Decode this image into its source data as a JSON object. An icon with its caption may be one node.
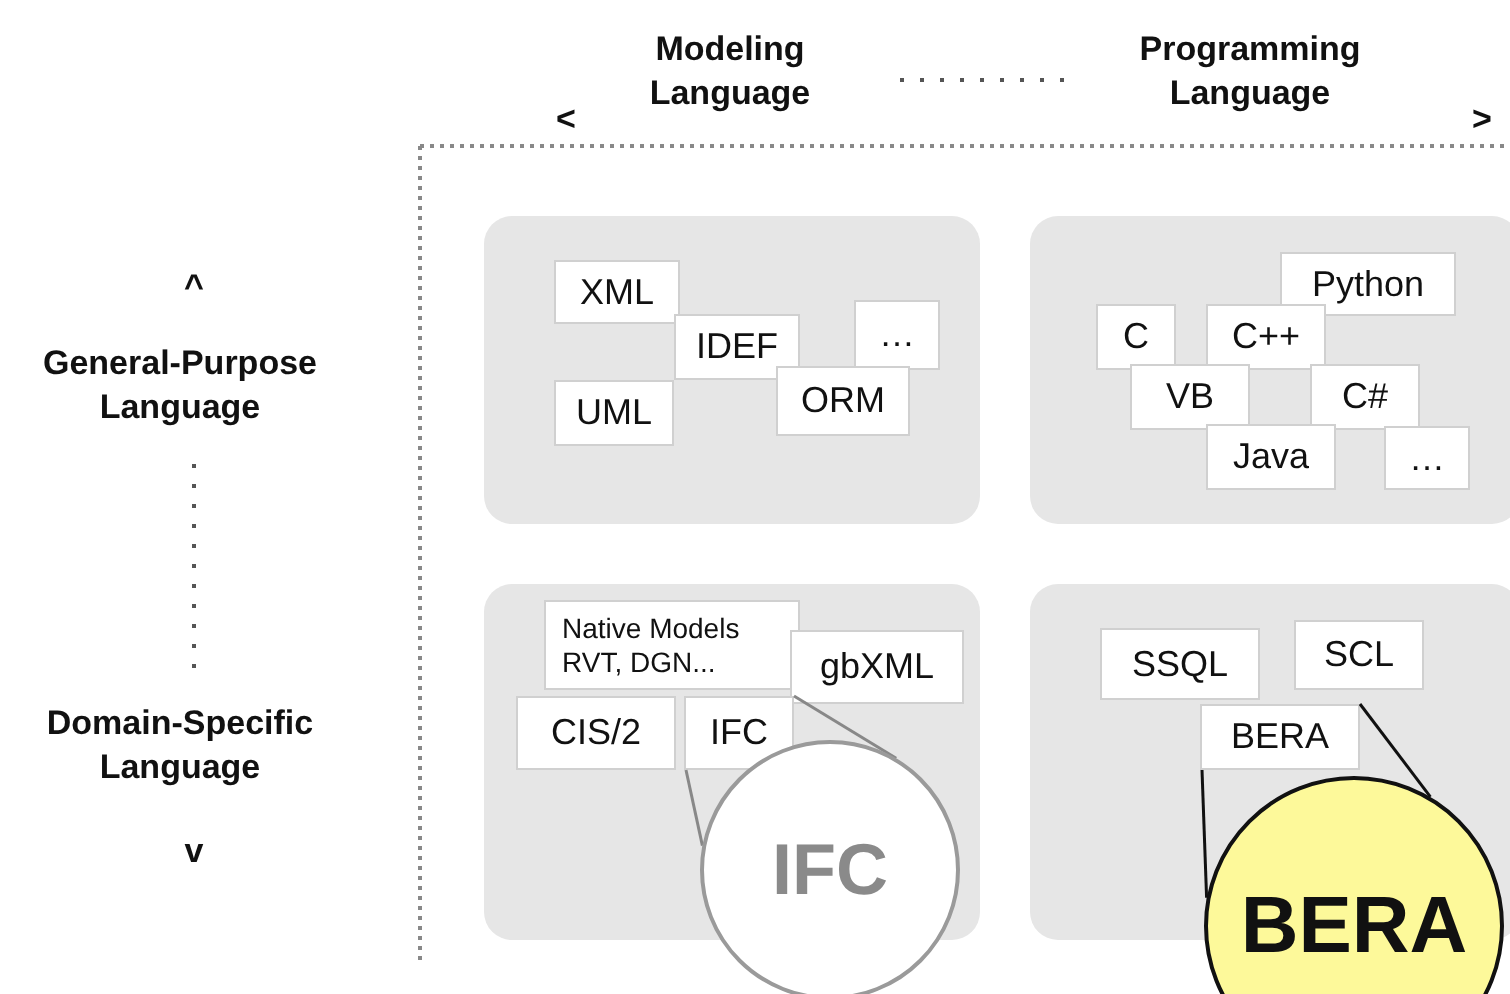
{
  "diagram": {
    "nodes": [
      {
        "text": [],
        "shape": "box"
      },
      {
        "text": [
          "XML"
        ],
        "in": 0
      },
      {
        "text": [
          "IDEF"
        ],
        "in": 0
      },
      {
        "text": [
          "…"
        ],
        "in": 0
      },
      {
        "text": [
          "UML"
        ],
        "in": 0
      },
      {
        "text": [
          "ORM"
        ],
        "in": 0
      },
      {
        "text": [],
        "shape": "box"
      },
      {
        "text": [
          "Python"
        ],
        "in": 6
      },
      {
        "text": [
          "C"
        ],
        "in": 6
      },
      {
        "text": [
          "C++"
        ],
        "in": 6
      },
      {
        "text": [
          "VB"
        ],
        "in": 6
      },
      {
        "text": [
          "C#"
        ],
        "in": 6
      },
      {
        "text": [
          "Java"
        ],
        "in": 6
      },
      {
        "text": [
          "…"
        ],
        "in": 6
      },
      {
        "text": [],
        "shape": "box"
      },
      {
        "text": [
          "Native Models RVT, DGN..."
        ],
        "in": 14
      },
      {
        "text": [
          "gbXML"
        ],
        "in": 14
      },
      {
        "text": [
          "CIS/2"
        ],
        "in": 14
      },
      {
        "text": [
          "IFC"
        ],
        "in": 14
      },
      {
        "text": [
          "IFC"
        ]
      },
      {
        "text": [],
        "shape": "box"
      },
      {
        "text": [
          "SSQL"
        ],
        "in": 20
      },
      {
        "text": [
          "SCL"
        ],
        "in": 20
      },
      {
        "text": [
          "BERA"
        ],
        "in": 20
      },
      {
        "text": [
          "BERA"
        ]
      }
    ],
    "edges": [
      {
        "from": 18,
        "to": 19,
        "arrow": "none",
        "color": "#888888"
      },
      {
        "from": 18,
        "to": 19,
        "arrow": "none",
        "color": "#888888"
      },
      {
        "from": 23,
        "to": 24,
        "arrow": "none",
        "color": "#111111"
      },
      {
        "from": 23,
        "to": 24,
        "arrow": "none",
        "color": "#111111"
      }
    ],
    "labels": [
      "<",
      "Modeling Language",
      "Programming Language",
      ">",
      "^",
      "General-Purpose Language",
      "Domain-Specific Language",
      "v"
    ]
  }
}
